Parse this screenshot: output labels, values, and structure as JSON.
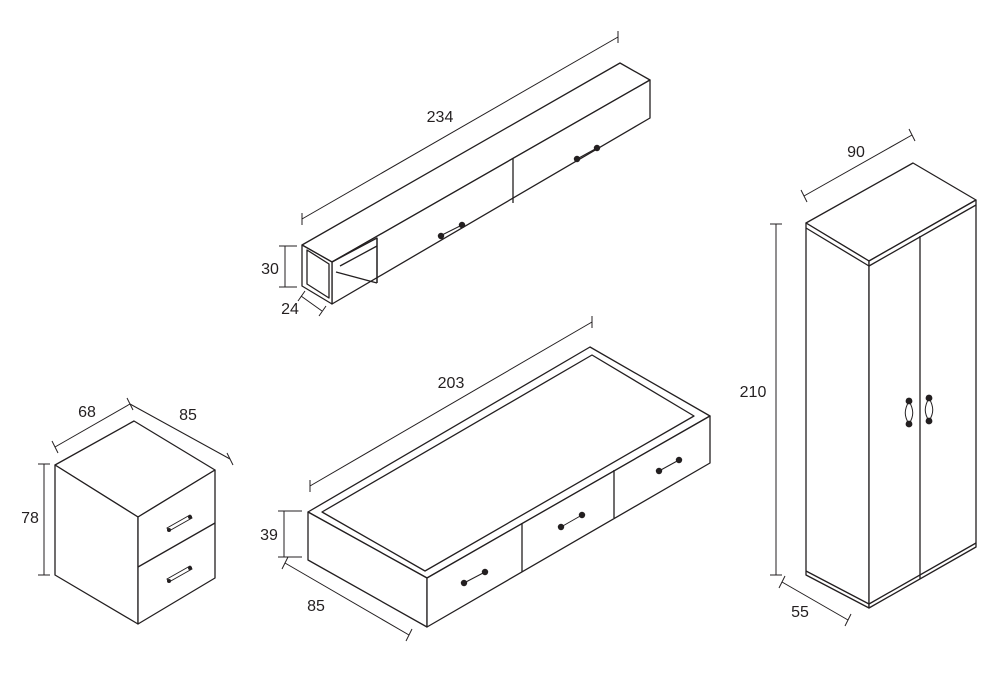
{
  "colors": {
    "stroke": "#231f20",
    "background": "#ffffff"
  },
  "units": "",
  "pieces": {
    "wall_shelf": {
      "length": "234",
      "height": "30",
      "depth": "24"
    },
    "bed_base": {
      "length": "203",
      "height": "39",
      "depth": "85"
    },
    "nightstand": {
      "width": "68",
      "depth": "85",
      "height": "78"
    },
    "wardrobe": {
      "width": "90",
      "height": "210",
      "depth": "55"
    }
  }
}
